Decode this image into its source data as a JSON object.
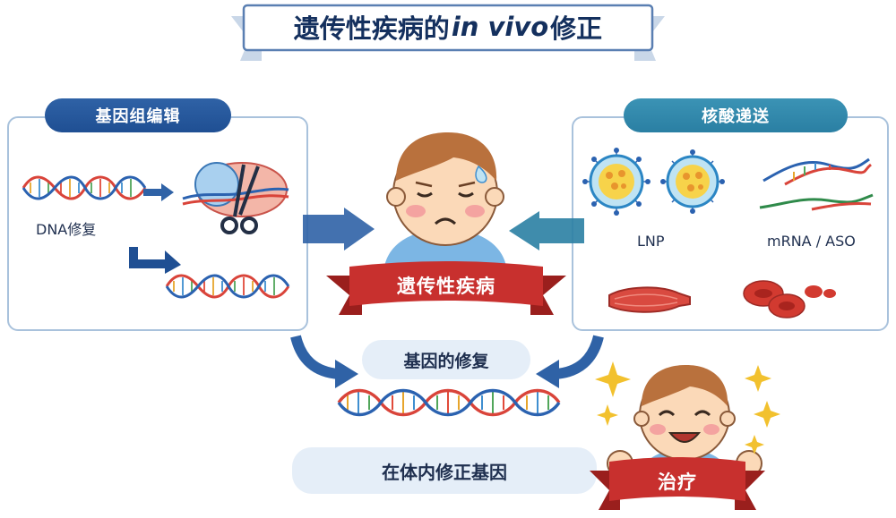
{
  "title": {
    "before": "遗传性疾病的",
    "italic": "in vivo",
    "after": "修正"
  },
  "left_panel": {
    "header": "基因组编辑",
    "dna_repair_label": "DNA修复"
  },
  "right_panel": {
    "header": "核酸递送",
    "lnp_label": "LNP",
    "mrna_label": "mRNA / ASO"
  },
  "disease_ribbon": "遗传性疾病",
  "gene_repair_label": "基因的修复",
  "correction_label": "在体内修正基因",
  "treatment_ribbon": "治疗",
  "colors": {
    "navy_accent": "#1f4f93",
    "teal_accent": "#2a7fa3",
    "ribbon_red": "#c8302e",
    "dna_red": "#d9443a",
    "dna_blue": "#2b62b0",
    "sparkle_yellow": "#f2c12e"
  }
}
